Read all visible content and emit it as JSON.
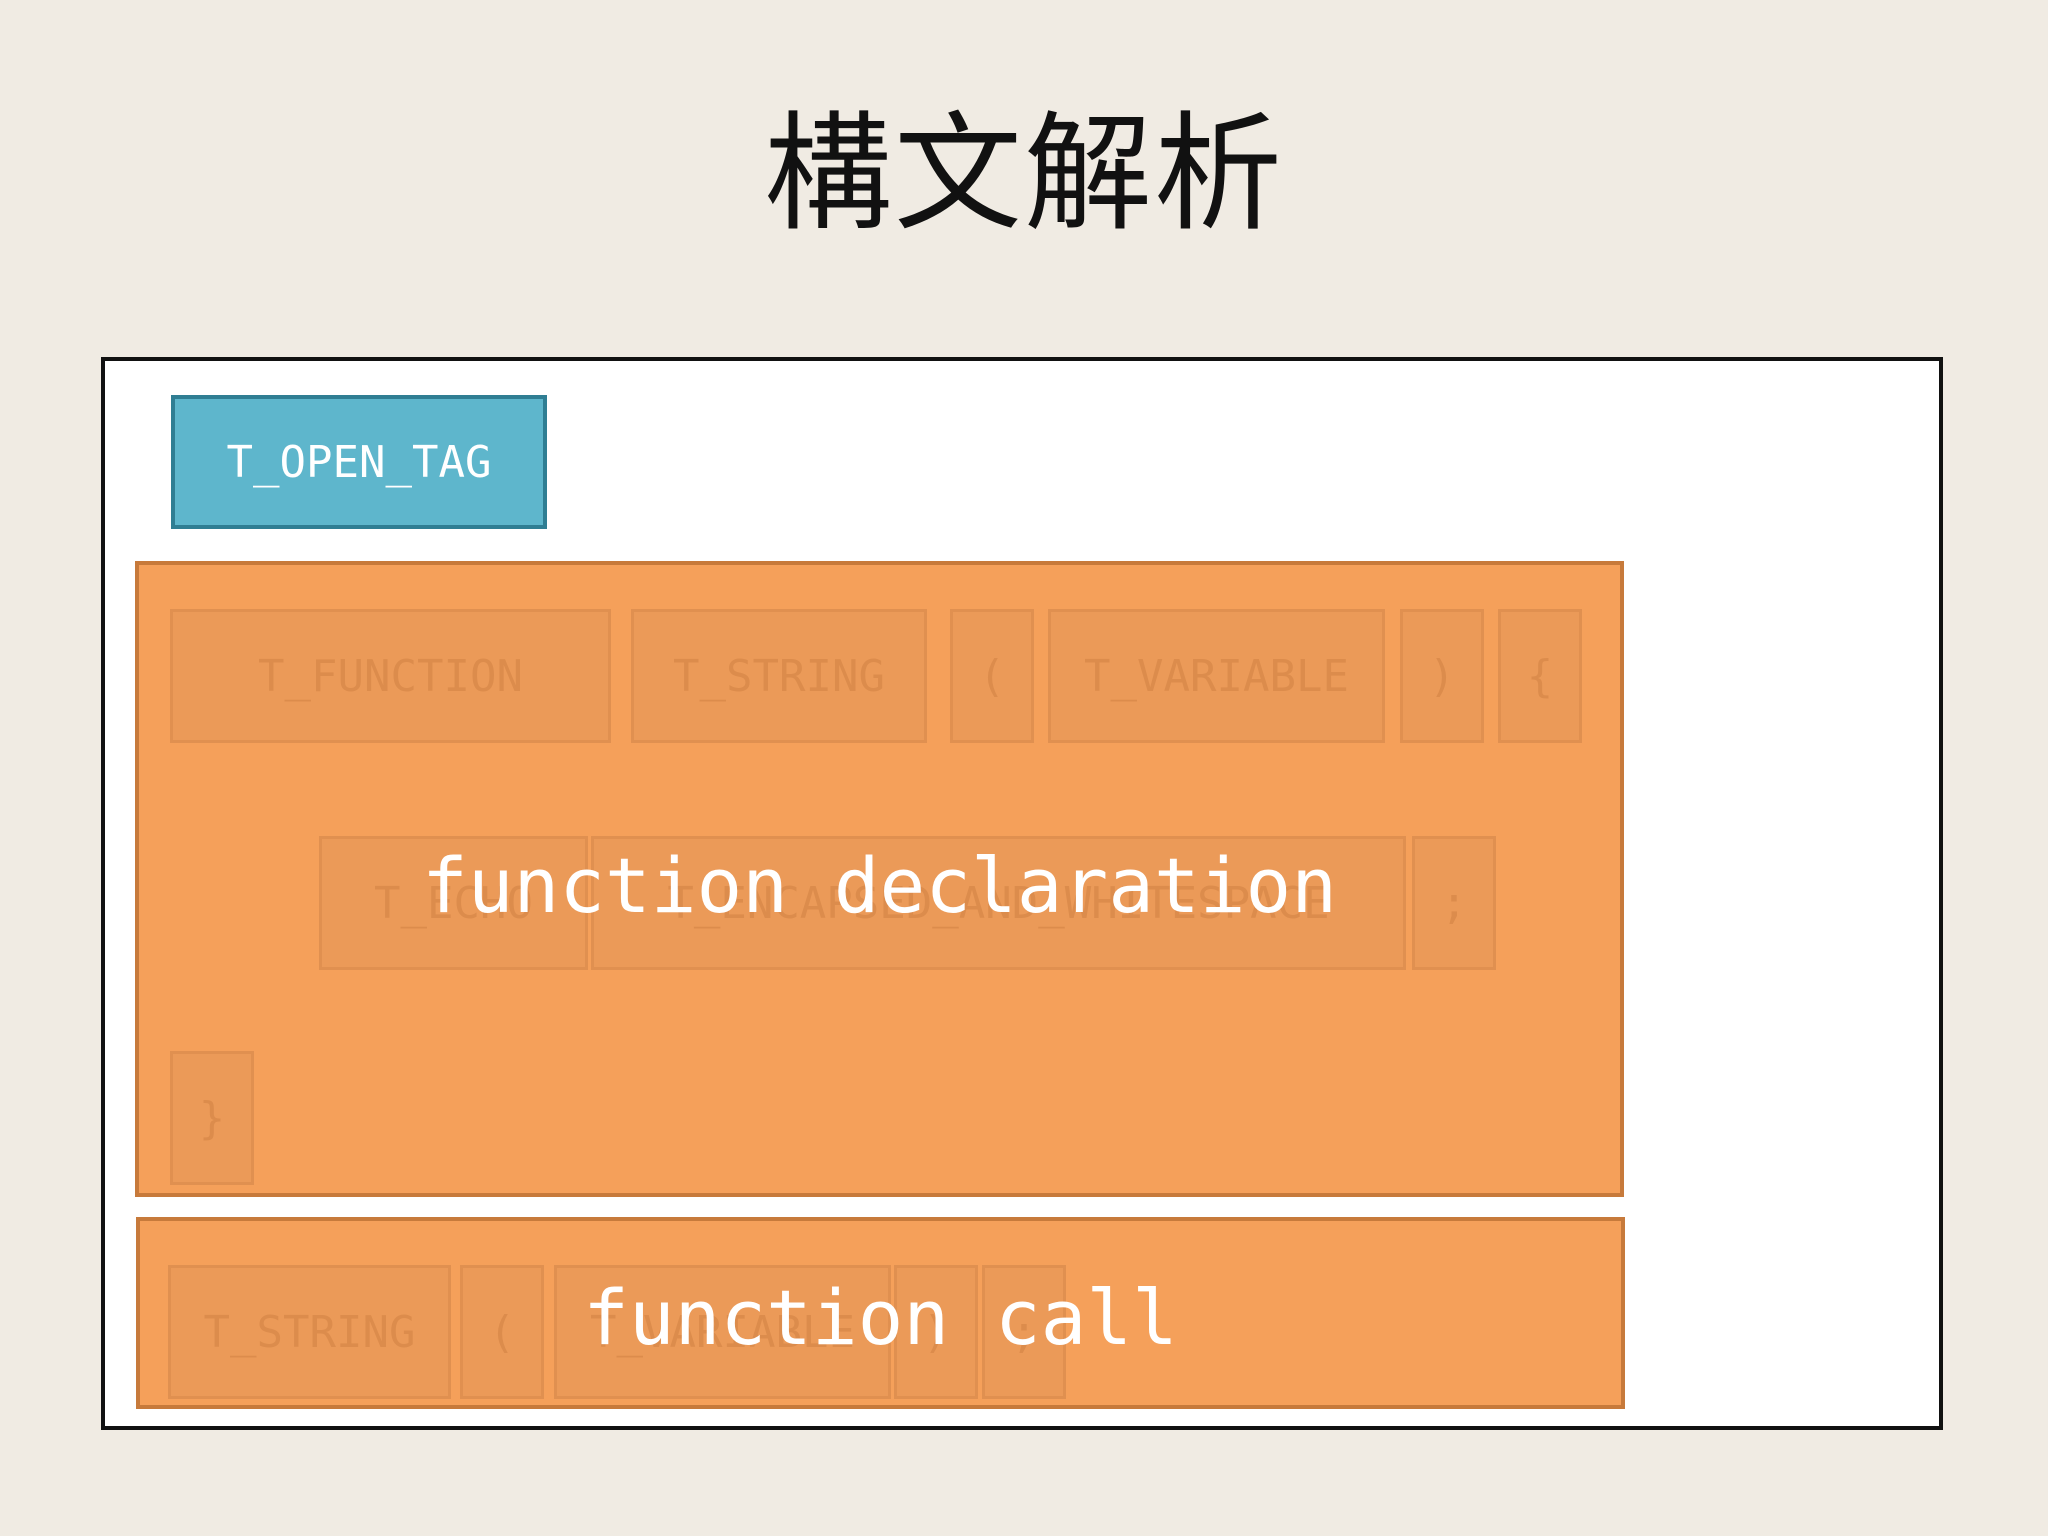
{
  "title": "構文解析",
  "open_tag": "T_OPEN_TAG",
  "function_declaration": {
    "label": "function declaration",
    "row1": [
      "T_FUNCTION",
      "T_STRING",
      "(",
      "T_VARIABLE",
      ")",
      "{"
    ],
    "row2": [
      "T_ECHO",
      "T_ENCAPSED_AND_WHITESPACE",
      ";"
    ],
    "row3": [
      "}"
    ]
  },
  "function_call": {
    "label": "function call",
    "row1": [
      "T_STRING",
      "(",
      "T_VARIABLE",
      ")",
      ";"
    ]
  },
  "colors": {
    "background": "#f0ebe3",
    "canvas": "#ffffff",
    "open_tag_fill": "#5eb6cc",
    "group_fill": "#f5a05a"
  }
}
